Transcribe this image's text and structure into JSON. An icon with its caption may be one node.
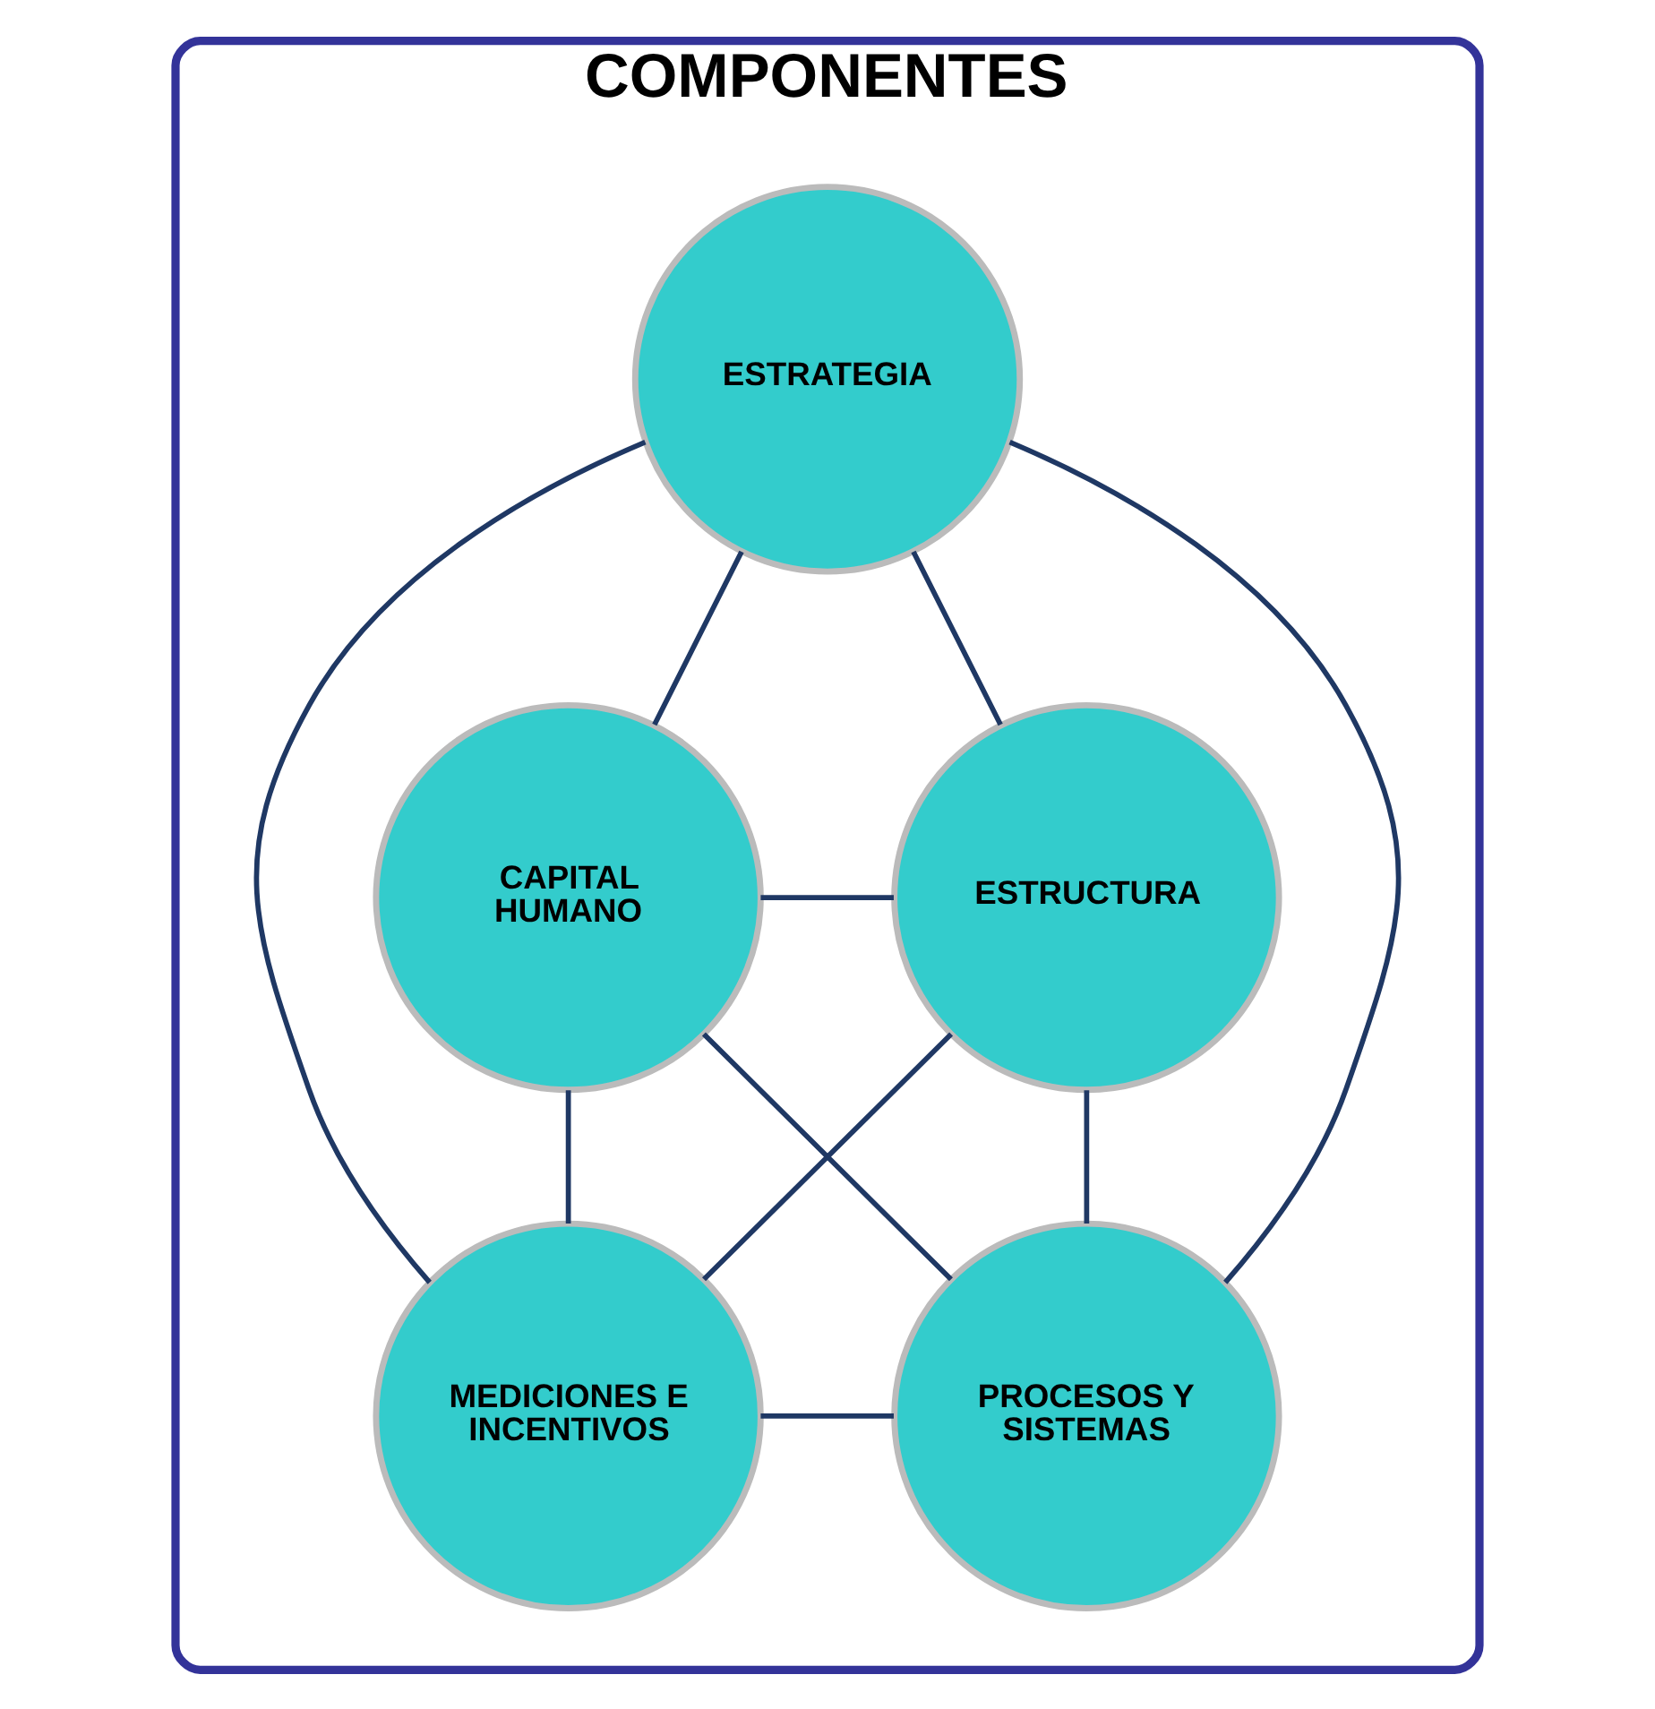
{
  "diagram": {
    "nodes": [
      {
        "text": [
          "COMPONENTES"
        ]
      },
      {
        "text": [
          "ESTRATEGIA"
        ],
        "in": 0
      },
      {
        "text": [
          "CAPITAL HUMANO"
        ],
        "in": 0
      },
      {
        "text": [
          "ESTRUCTURA"
        ],
        "in": 0
      },
      {
        "text": [
          "MEDICIONES E INCENTIVOS"
        ],
        "in": 0
      },
      {
        "text": [
          "PROCESOS Y SISTEMAS"
        ],
        "in": 0
      }
    ],
    "edges": [
      {
        "from": 1,
        "to": 2,
        "arrow": "none"
      },
      {
        "from": 1,
        "to": 3,
        "arrow": "none"
      },
      {
        "from": 1,
        "to": 4,
        "arrow": "none"
      },
      {
        "from": 1,
        "to": 5,
        "arrow": "none"
      },
      {
        "from": 2,
        "to": 3,
        "arrow": "none"
      },
      {
        "from": 2,
        "to": 4,
        "arrow": "none"
      },
      {
        "from": 2,
        "to": 5,
        "arrow": "none"
      },
      {
        "from": 3,
        "to": 4,
        "arrow": "none"
      },
      {
        "from": 3,
        "to": 5,
        "arrow": "none"
      },
      {
        "from": 4,
        "to": 5,
        "arrow": "none"
      }
    ]
  }
}
